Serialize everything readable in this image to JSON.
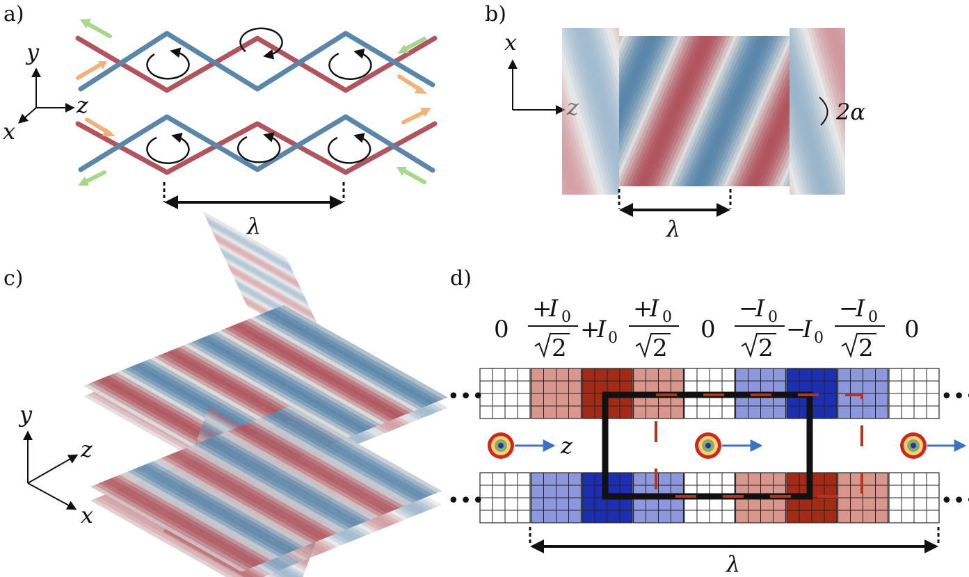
{
  "panels": {
    "a": {
      "label": "a)",
      "axis_y": "y",
      "axis_z": "z",
      "axis_x": "x",
      "period": "λ"
    },
    "b": {
      "label": "b)",
      "axis_x": "x",
      "axis_z": "z",
      "angle": "2α",
      "period": "λ"
    },
    "c": {
      "label": "c)",
      "axis_y": "y",
      "axis_z": "z",
      "axis_x": "x"
    },
    "d": {
      "label": "d)",
      "currents": [
        {
          "kind": "plain",
          "text": "0"
        },
        {
          "kind": "frac",
          "sign": "+",
          "symbol": "I",
          "sub": "0",
          "den": "2"
        },
        {
          "kind": "inline",
          "sign": "+",
          "symbol": "I",
          "sub": "0"
        },
        {
          "kind": "frac",
          "sign": "+",
          "symbol": "I",
          "sub": "0",
          "den": "2"
        },
        {
          "kind": "plain",
          "text": "0"
        },
        {
          "kind": "frac",
          "sign": "−",
          "symbol": "I",
          "sub": "0",
          "den": "2"
        },
        {
          "kind": "inline",
          "sign": "−",
          "symbol": "I",
          "sub": "0"
        },
        {
          "kind": "frac",
          "sign": "−",
          "symbol": "I",
          "sub": "0",
          "den": "2"
        },
        {
          "kind": "plain",
          "text": "0"
        }
      ],
      "ellipsis": "•••",
      "beam_axis": "z",
      "period": "λ",
      "top_row_levels": [
        0,
        0.5,
        1,
        0.5,
        0,
        -0.5,
        -1,
        -0.5,
        0
      ],
      "bottom_row_levels": [
        0,
        -0.5,
        -1,
        -0.5,
        0,
        0.5,
        1,
        0.5,
        0
      ]
    }
  },
  "colors": {
    "red_rod": "#b0545e",
    "blue_rod": "#5a86aa",
    "orange_arrow": "#f0b27a",
    "green_arrow": "#a5d88a",
    "cell_red_full": "#a42a18",
    "cell_red_half": "#d9968c",
    "cell_blue_full": "#1c2fb0",
    "cell_blue_half": "#8c97dc",
    "dashed_loop": "#b5351c",
    "beam_arrow": "#3a72c8"
  }
}
